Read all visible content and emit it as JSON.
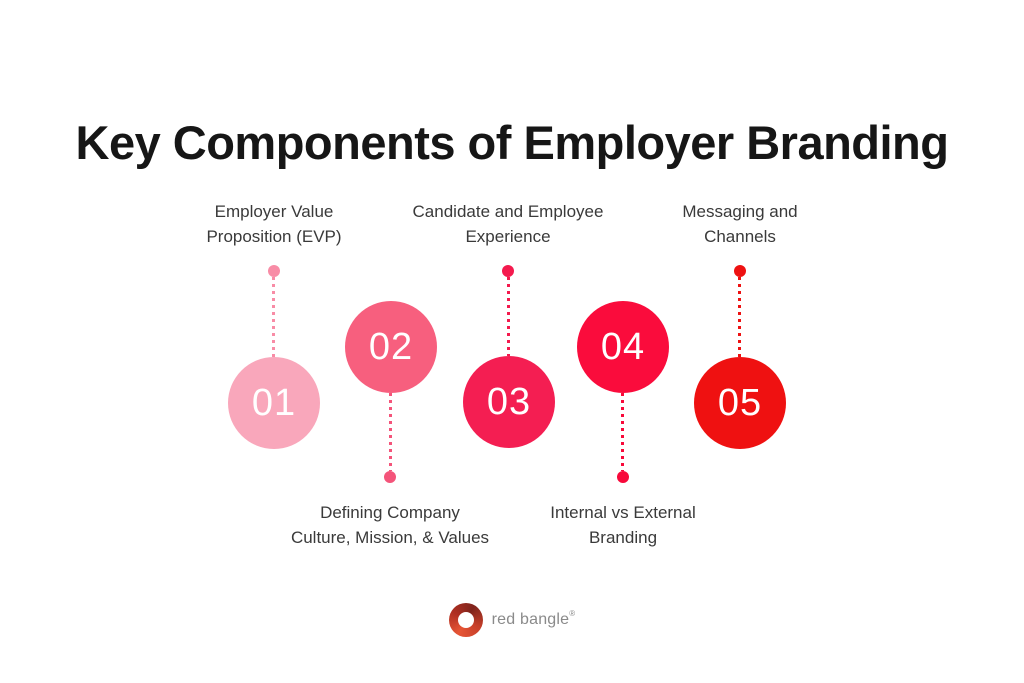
{
  "title": "Key Components of Employer Branding",
  "items": [
    {
      "number": "01",
      "label": "Employer Value\nProposition (EVP)",
      "label_position": "top",
      "circle_color": "#F9A7BB",
      "connector_color": "#F88CA6"
    },
    {
      "number": "02",
      "label": "Defining Company\nCulture, Mission, & Values",
      "label_position": "bottom",
      "circle_color": "#F75F7E",
      "connector_color": "#F4547A"
    },
    {
      "number": "03",
      "label": "Candidate and Employee\nExperience",
      "label_position": "top",
      "circle_color": "#F41E52",
      "connector_color": "#F41A4E"
    },
    {
      "number": "04",
      "label": "Internal vs External\nBranding",
      "label_position": "bottom",
      "circle_color": "#FA0C3C",
      "connector_color": "#F8093A"
    },
    {
      "number": "05",
      "label": "Messaging and\nChannels",
      "label_position": "top",
      "circle_color": "#EF1111",
      "connector_color": "#EE1111"
    }
  ],
  "brand": {
    "text": "red bangle",
    "registered_mark": "®",
    "ring_colors": {
      "g1": "#E65535",
      "g2": "#B02F22",
      "g3": "#7F241C",
      "g4": "#C8402A"
    }
  }
}
